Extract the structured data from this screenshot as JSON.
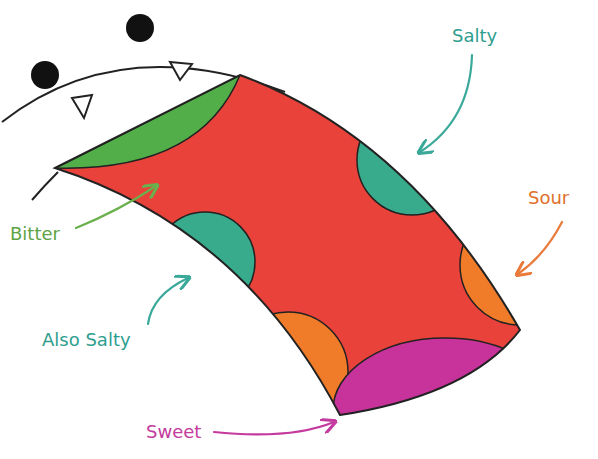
{
  "diagram": {
    "labels": [
      "Salty",
      "Sour",
      "Bitter",
      "Also Salty",
      "Sweet"
    ]
  }
}
